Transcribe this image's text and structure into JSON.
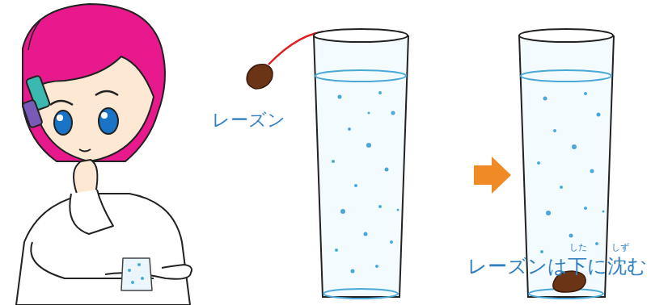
{
  "diagram": {
    "labels": [
      "レーズン",
      "した",
      "しず",
      "レーズンは下に沈む"
    ]
  }
}
